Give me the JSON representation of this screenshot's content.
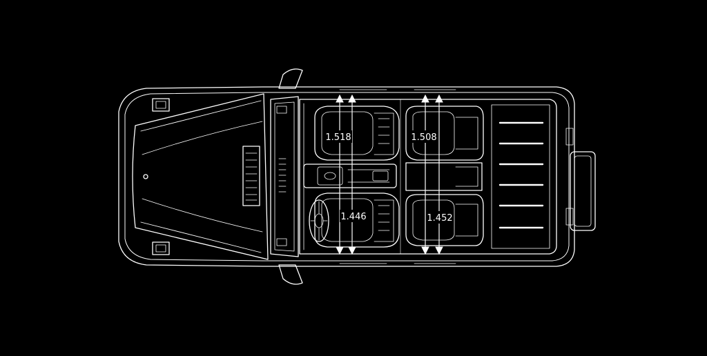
{
  "diagram": {
    "view": "top-down vehicle interior blueprint",
    "colors": {
      "background": "#000000",
      "line": "#ffffff",
      "line_dim": "#cfcfcf"
    },
    "measurements": [
      {
        "id": "front-shoulder-width",
        "label": "1.518"
      },
      {
        "id": "rear-shoulder-width",
        "label": "1.508"
      },
      {
        "id": "front-hip-width",
        "label": "1.446"
      },
      {
        "id": "rear-hip-width",
        "label": "1.452"
      }
    ]
  }
}
